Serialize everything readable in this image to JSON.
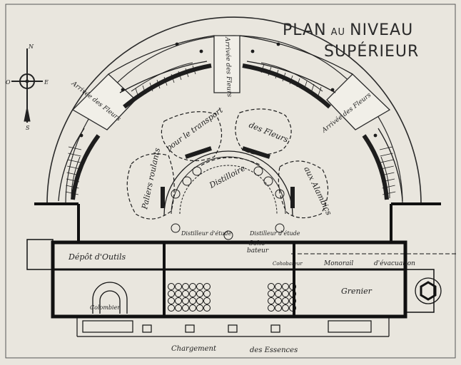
{
  "title": {
    "line1_a": "PLAN",
    "line1_b": "AU",
    "line1_c": "NIVEAU",
    "line2": "SUPÉRIEUR"
  },
  "compass": {
    "n": "N",
    "s": "S",
    "e": "E",
    "o": "O"
  },
  "labels": {
    "arrivee_fleurs_left": "Arrivée des Fleurs",
    "arrivee_fleurs_top": "Arrivée des Fleurs",
    "arrivee_fleurs_right": "Arrivée des Fleurs",
    "paliers_roulants": "Paliers roulants",
    "pour_le_transport": "pour le transport",
    "des_fleurs": "des Fleurs",
    "aux_alambics": "aux Alambics",
    "distilloire": "Distilloire",
    "distilleur_etude_left": "Distilleur d'étude",
    "distilleur_etude_right": "Distilleur d'étude",
    "cohobateur_a": "Coho-",
    "cohobateur_b": "bateur",
    "cohobateur_small": "Cohobateur",
    "depot_outils": "Dépôt d'Outils",
    "monorail": "Monorail",
    "evacuation": "d'évacuation",
    "grenier": "Grenier",
    "colombier": "Colombier",
    "chargement": "Chargement",
    "des_essences": "des Essences"
  }
}
